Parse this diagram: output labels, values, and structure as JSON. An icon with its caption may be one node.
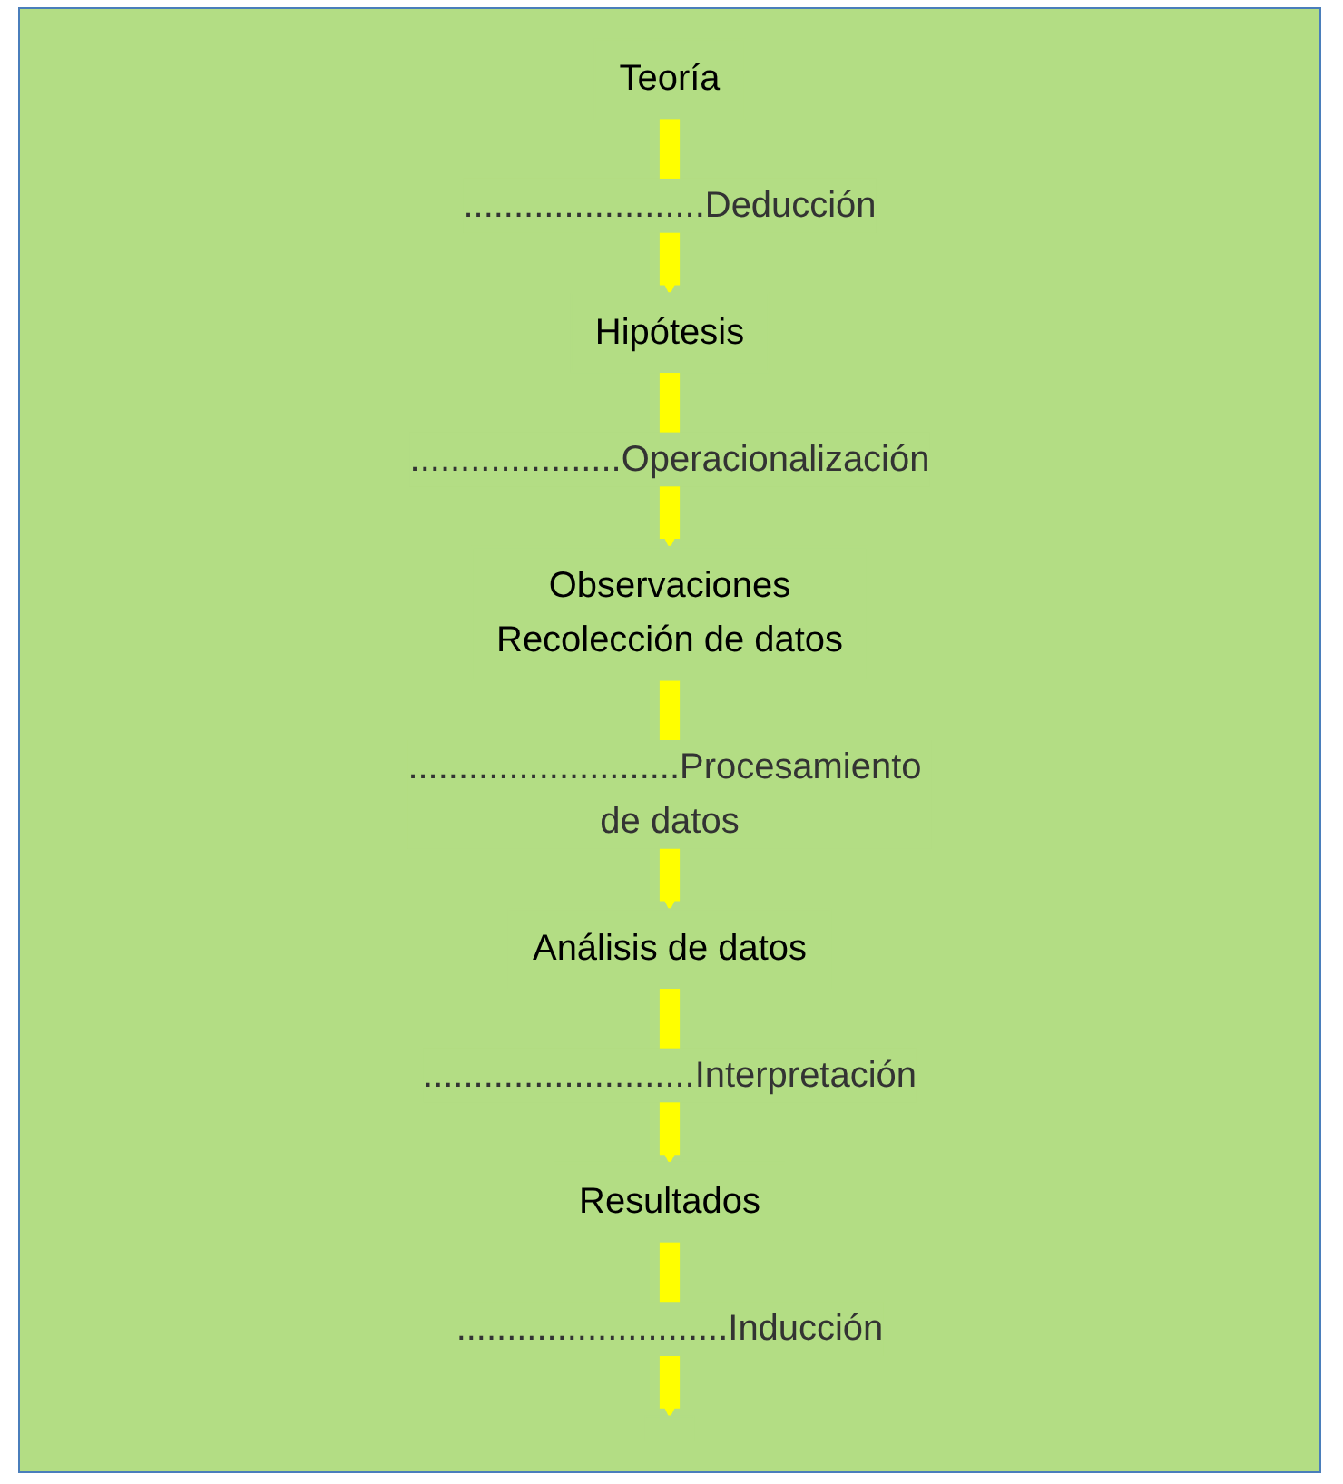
{
  "diagram": {
    "nodes": [
      {
        "text": [
          "Teoría"
        ]
      },
      {
        "text": [
          "Hipótesis"
        ]
      },
      {
        "text": [
          "Observaciones",
          "Recolección de datos"
        ]
      },
      {
        "text": [
          "Análisis de datos"
        ]
      },
      {
        "text": [
          "Resultados"
        ]
      }
    ],
    "edges": [
      {
        "from": 0,
        "to": 1,
        "arrow": "to",
        "label": "........................Deducción"
      },
      {
        "from": 1,
        "to": 2,
        "arrow": "to",
        "label": ".....................Operacionalización"
      },
      {
        "from": 2,
        "to": 3,
        "arrow": "to",
        "label": "...........................Procesamiento de datos"
      },
      {
        "from": 3,
        "to": 4,
        "arrow": "to",
        "label": "...........................Interpretación"
      },
      {
        "from": 4,
        "to": null,
        "arrow": "to",
        "label": "...........................Inducción"
      }
    ]
  }
}
